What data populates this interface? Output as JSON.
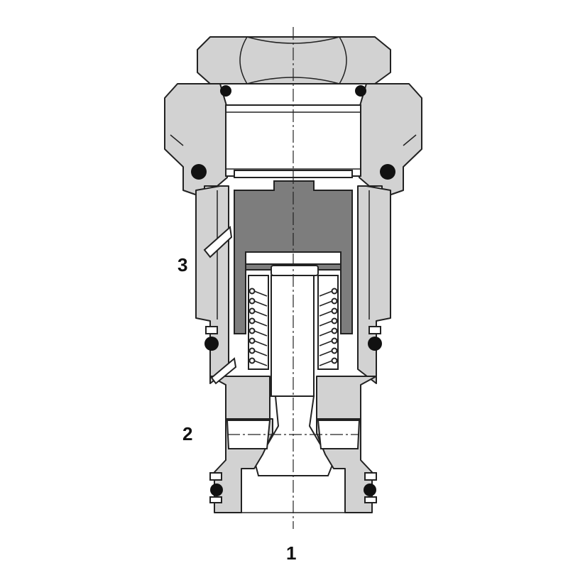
{
  "diagram": {
    "ports": [
      {
        "id": "3",
        "label": "3"
      },
      {
        "id": "2",
        "label": "2"
      },
      {
        "id": "1",
        "label": "1"
      }
    ]
  },
  "colors": {
    "body": "#d2d2d2",
    "piston": "#7d7d7d",
    "outline": "#222222",
    "seal": "#111111",
    "background": "#ffffff"
  }
}
